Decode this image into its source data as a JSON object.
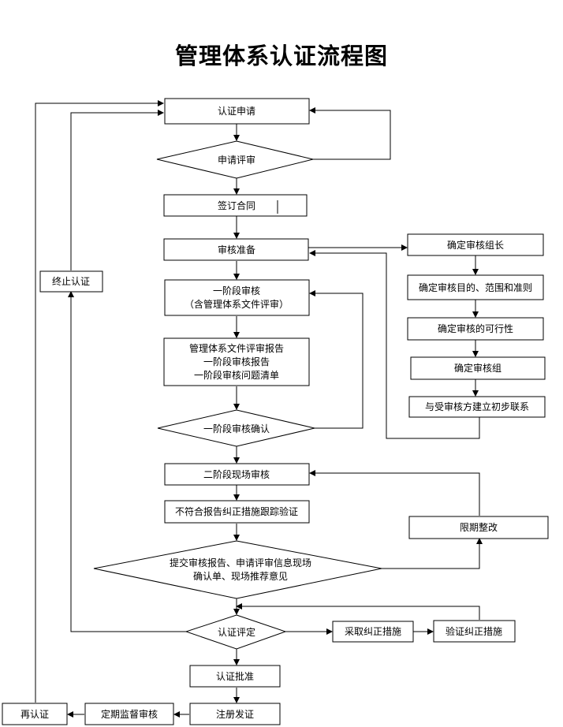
{
  "title": "管理体系认证流程图",
  "nodes": {
    "apply": "认证申请",
    "review": "申请评审",
    "contract": "签订合同",
    "prep": "审核准备",
    "stage1": [
      "一阶段审核",
      "（含管理体系文件评审）"
    ],
    "stage1_reports": [
      "管理体系文件评审报告",
      "一阶段审核报告",
      "一阶段审核问题清单"
    ],
    "stage1_confirm": "一阶段审核确认",
    "stage2": "二阶段现场审核",
    "nc_verify": "不符合报告纠正措施跟踪验证",
    "submit": [
      "提交审核报告、申请评审信息现场",
      "确认单、现场推荐意见"
    ],
    "evaluate": "认证评定",
    "approve": "认证批准",
    "register": "注册发证",
    "surveillance": "定期监督审核",
    "recert": "再认证",
    "terminate": "终止认证",
    "leader": "确定审核组长",
    "scope": "确定审核目的、范围和准则",
    "feasibility": "确定审核的可行性",
    "team": "确定审核组",
    "contact": "与受审核方建立初步联系",
    "rectify": "限期整改",
    "corrective": "采取纠正措施",
    "verify_ca": "验证纠正措施"
  }
}
